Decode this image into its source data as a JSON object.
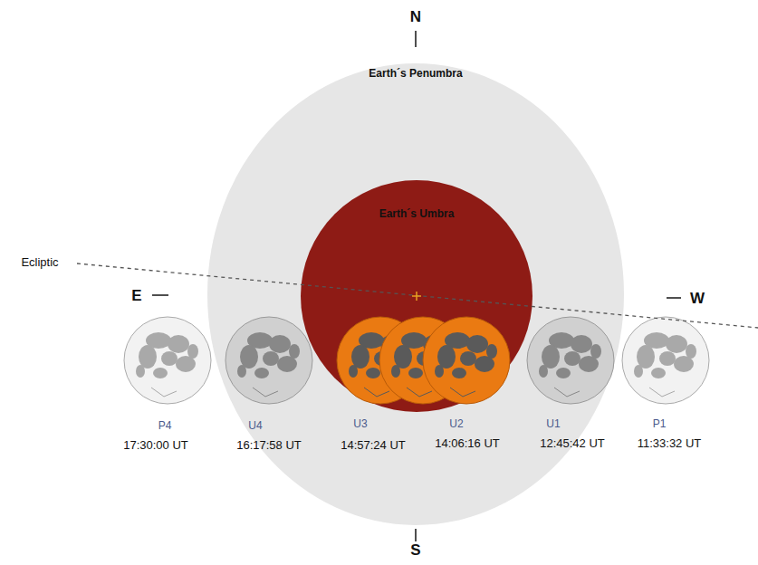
{
  "diagram": {
    "nodes": [
      {
        "text": [
          "Earth´s Penumbra"
        ]
      },
      {
        "text": [
          "Earth´s Umbra"
        ],
        "in": 0
      }
    ],
    "labels": [
      "N",
      "S",
      "E",
      "W",
      "Ecliptic",
      "P4",
      "17:30:00 UT",
      "U4",
      "16:17:58 UT",
      "U3",
      "14:57:24 UT",
      "U2",
      "14:06:16 UT",
      "U1",
      "12:45:42 UT",
      "P1",
      "11:33:32 UT"
    ]
  }
}
